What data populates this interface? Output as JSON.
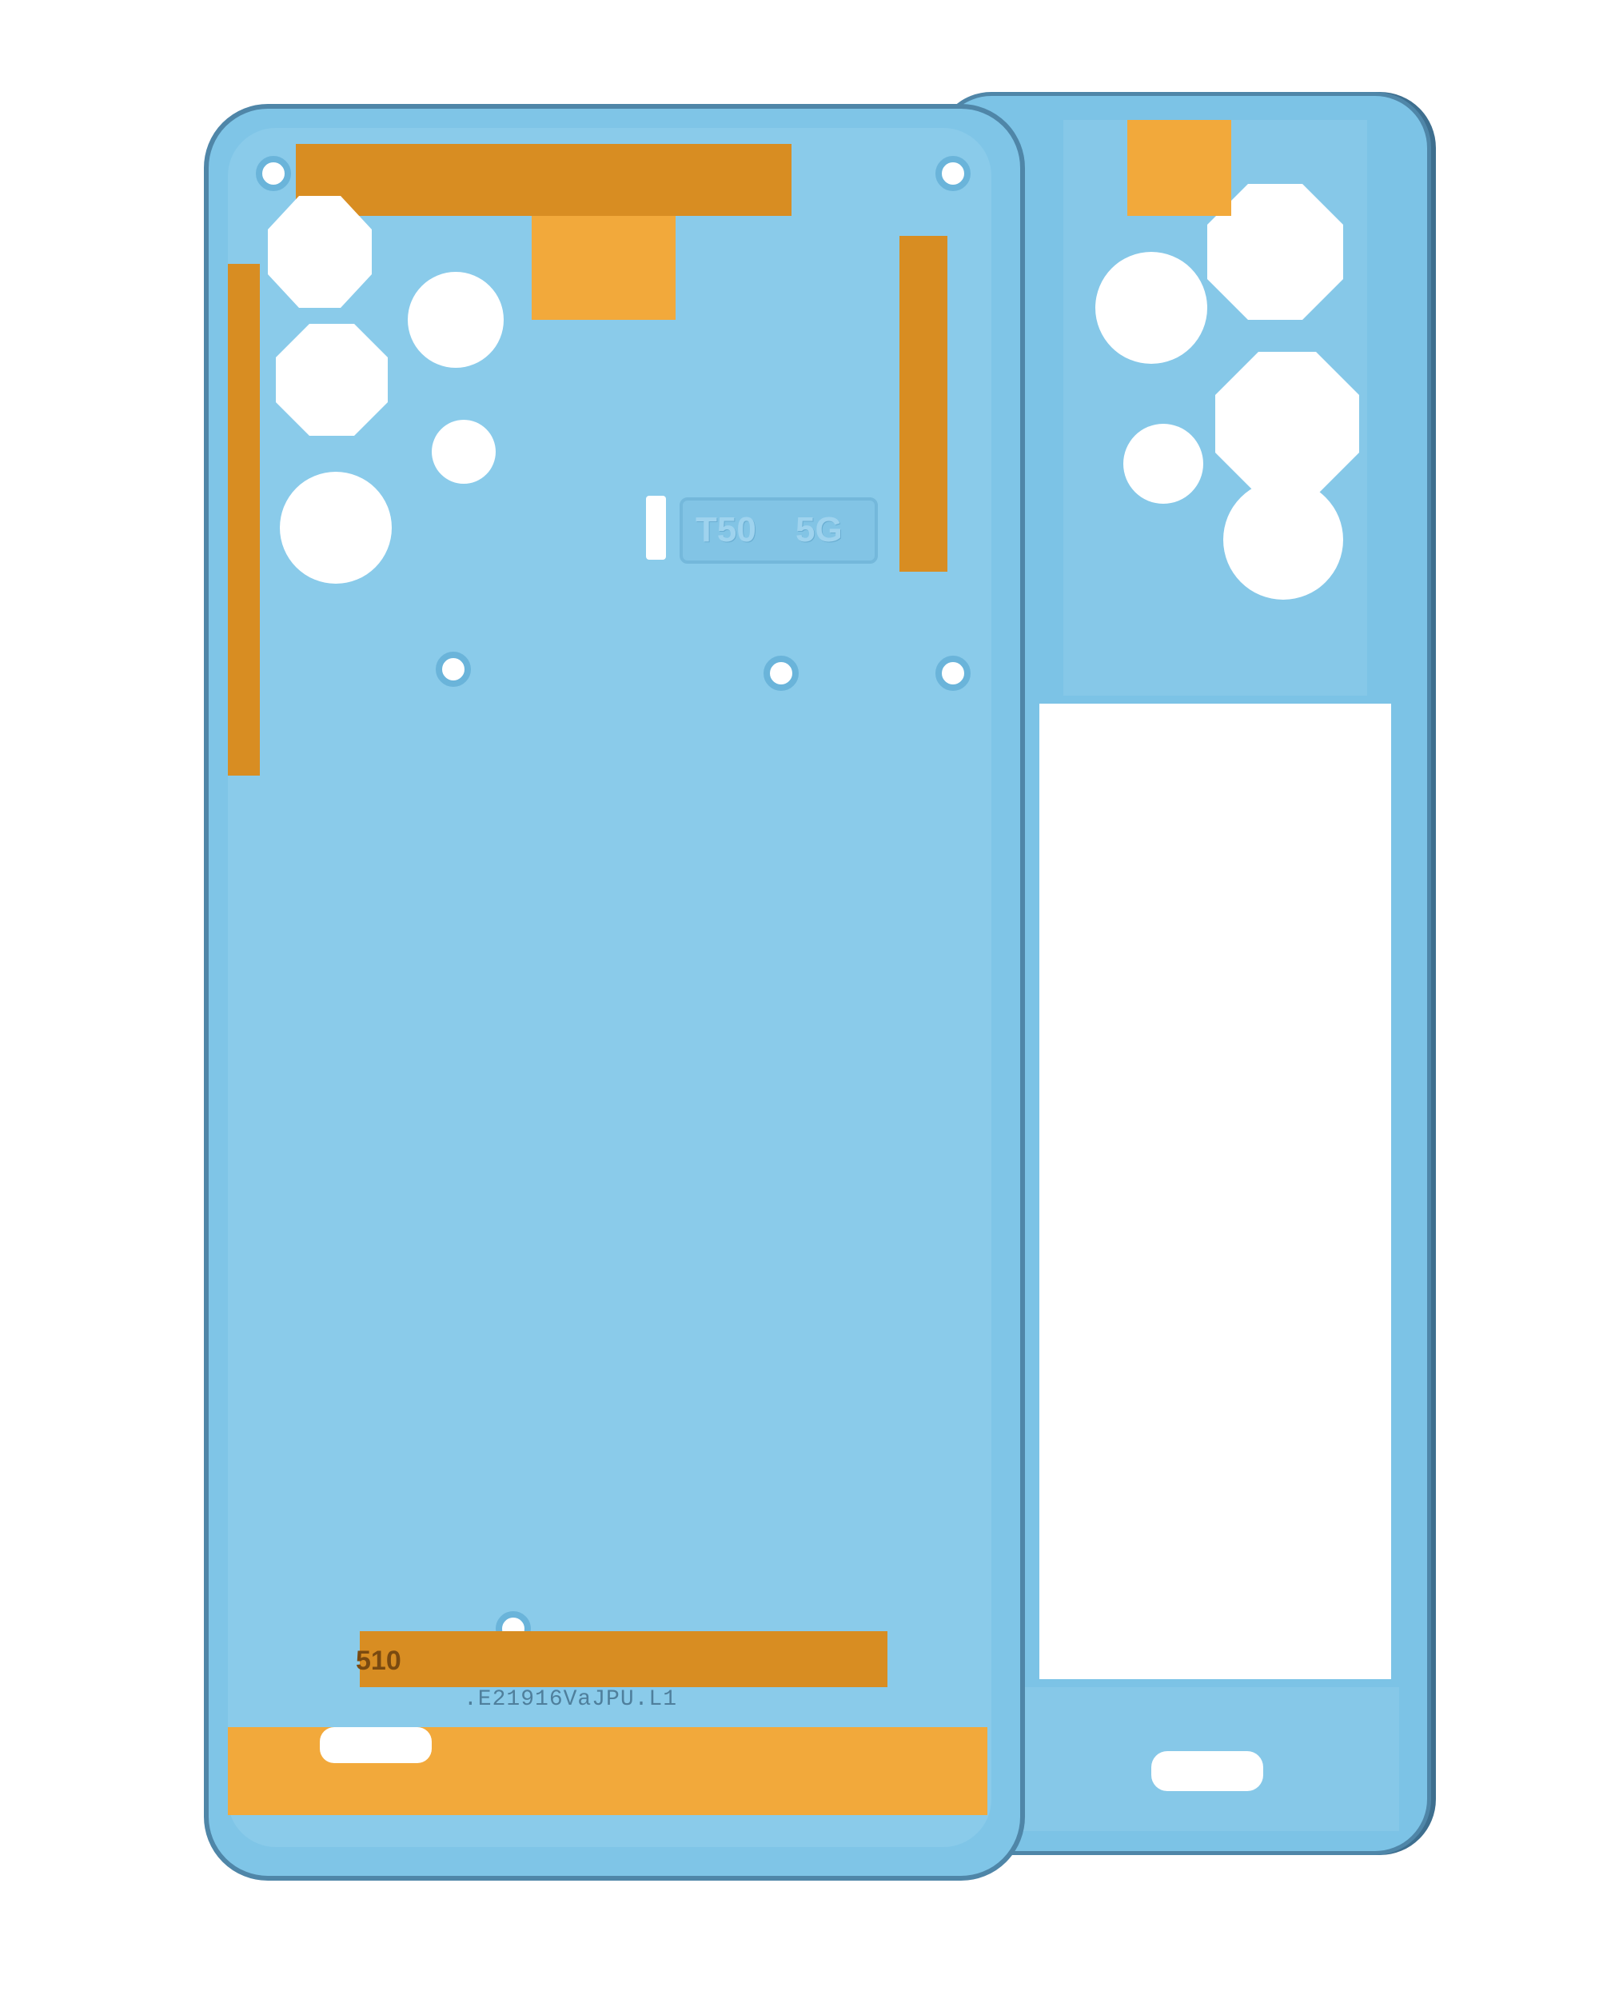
{
  "image": {
    "subject": "Phone mid-frame housing (two views)",
    "colors": {
      "frame_blue": "#7fc5e7",
      "edge_blue": "#4f86a8",
      "flex_orange": "#f2a93b",
      "background": "#ffffff"
    }
  },
  "front_frame": {
    "embossed_labels": [
      "T50",
      "5G"
    ],
    "printed_code": ".E21916VaJPU.L1",
    "flex_marking": "510"
  },
  "back_frame": {}
}
